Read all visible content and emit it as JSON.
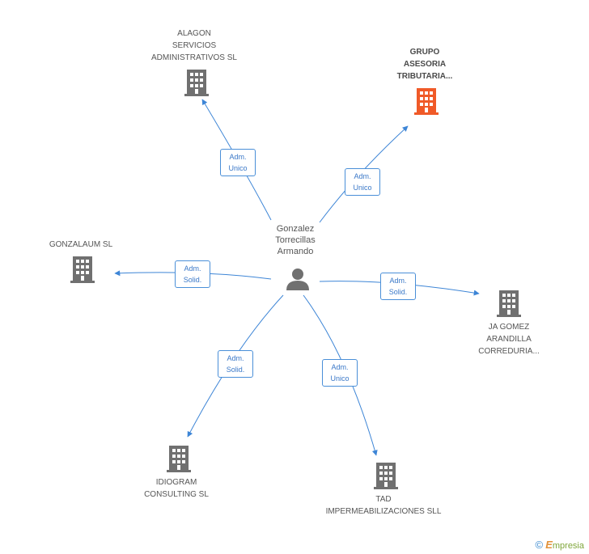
{
  "center": {
    "name": "Gonzalez\nTorrecillas\nArmando",
    "icon": "person-icon"
  },
  "nodes": [
    {
      "id": "alagon",
      "label": "ALAGON\nSERVICIOS\nADMINISTRATIVOS SL",
      "icon": "building-icon",
      "highlighted": false
    },
    {
      "id": "grupo",
      "label": "GRUPO\nASESORIA\nTRIBUTARIA...",
      "icon": "building-icon",
      "highlighted": true
    },
    {
      "id": "gonzalaum",
      "label": "GONZALAUM SL",
      "icon": "building-icon",
      "highlighted": false
    },
    {
      "id": "jagomez",
      "label": "JA GOMEZ\nARANDILLA\nCORREDURIA...",
      "icon": "building-icon",
      "highlighted": false
    },
    {
      "id": "idiogram",
      "label": "IDIOGRAM\nCONSULTING SL",
      "icon": "building-icon",
      "highlighted": false
    },
    {
      "id": "tad",
      "label": "TAD\nIMPERMEABILIZACIONES SLL",
      "icon": "building-icon",
      "highlighted": false
    }
  ],
  "relations": [
    {
      "to": "alagon",
      "label": "Adm.\nUnico"
    },
    {
      "to": "grupo",
      "label": "Adm.\nUnico"
    },
    {
      "to": "gonzalaum",
      "label": "Adm.\nSolid."
    },
    {
      "to": "jagomez",
      "label": "Adm.\nSolid."
    },
    {
      "to": "idiogram",
      "label": "Adm.\nSolid."
    },
    {
      "to": "tad",
      "label": "Adm.\nUnico"
    }
  ],
  "colors": {
    "edge": "#3d85d6",
    "building": "#707070",
    "building_highlight": "#f05a28",
    "person": "#707070"
  },
  "footer": {
    "copyright": "©",
    "brand_initial": "E",
    "brand_rest": "mpresia"
  }
}
